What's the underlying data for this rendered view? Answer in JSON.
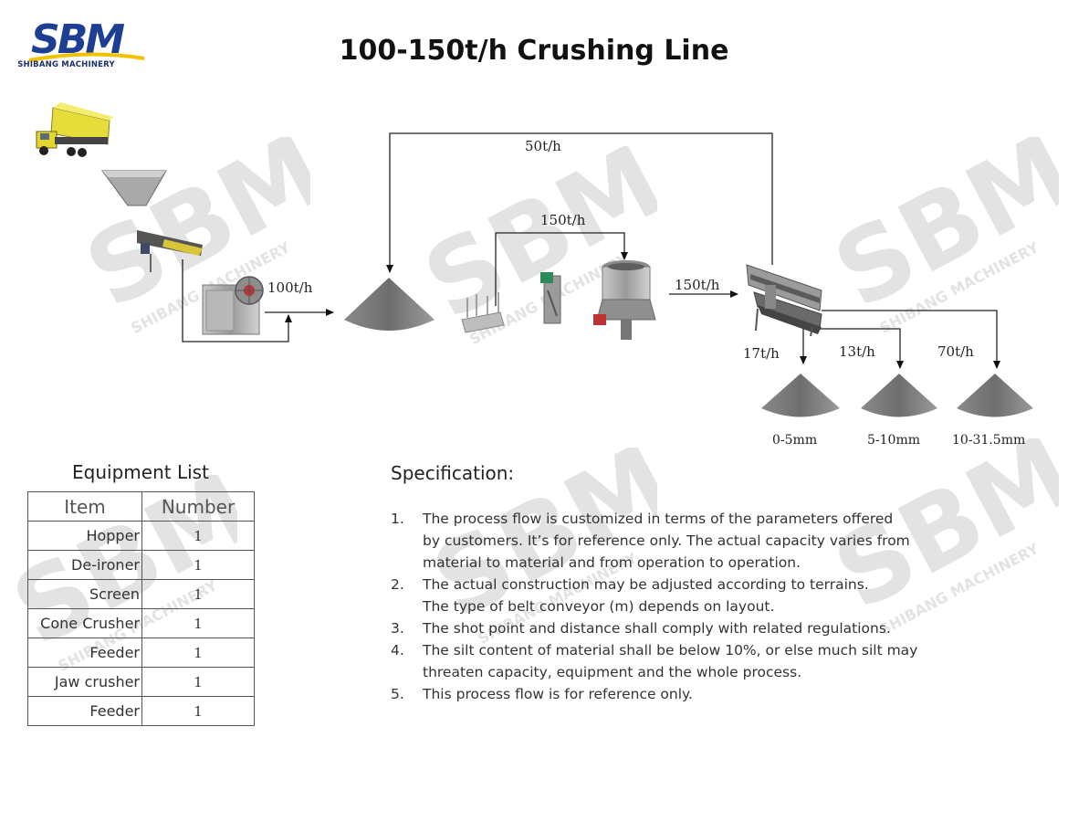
{
  "brand": {
    "logo_text": "SBM",
    "logo_subtext": "SHIBANG MACHINERY",
    "primary_color": "#1c3f94",
    "accent_color": "#f2c200"
  },
  "title": "100-150t/h Crushing Line",
  "flow": {
    "labels": {
      "recycle": "50t/h",
      "jaw_output": "100t/h",
      "loop": "150t/h",
      "cone_output": "150t/h",
      "fine": "17t/h",
      "medium": "13t/h",
      "coarse": "70t/h"
    },
    "products": [
      "0-5mm",
      "5-10mm",
      "10-31.5mm"
    ]
  },
  "equipment": {
    "title": "Equipment List",
    "headers": [
      "Item",
      "Number"
    ],
    "rows": [
      {
        "item": "Hopper",
        "number": "1"
      },
      {
        "item": "De-ironer",
        "number": "1"
      },
      {
        "item": "Screen",
        "number": "1"
      },
      {
        "item": "Cone Crusher",
        "number": "1"
      },
      {
        "item": "Feeder",
        "number": "1"
      },
      {
        "item": "Jaw crusher",
        "number": "1"
      },
      {
        "item": "Feeder",
        "number": "1"
      }
    ]
  },
  "specification": {
    "title": "Specification:",
    "items": [
      {
        "n": "1.",
        "lines": [
          "The process flow is customized in terms of the parameters offered",
          "by customers. It’s for reference only. The actual capacity varies from",
          "material to material and from operation to operation."
        ]
      },
      {
        "n": "2.",
        "lines": [
          "The actual construction may be adjusted according to terrains.",
          "The type of belt conveyor (m) depends on layout."
        ]
      },
      {
        "n": "3.",
        "lines": [
          "The shot point and distance shall comply with related regulations."
        ]
      },
      {
        "n": "4.",
        "lines": [
          "The silt content of material shall be below 10%, or else much silt may",
          "threaten capacity, equipment and the whole process."
        ]
      },
      {
        "n": "5.",
        "lines": [
          "This process flow is for reference only."
        ]
      }
    ]
  },
  "watermark_text": "SHIBANG MACHINERY",
  "icons": [
    "dump-truck-icon",
    "hopper-icon",
    "vibrating-feeder-icon",
    "jaw-crusher-icon",
    "stockpile-icon",
    "de-ironer-icon",
    "cone-crusher-icon",
    "vibrating-screen-icon"
  ]
}
